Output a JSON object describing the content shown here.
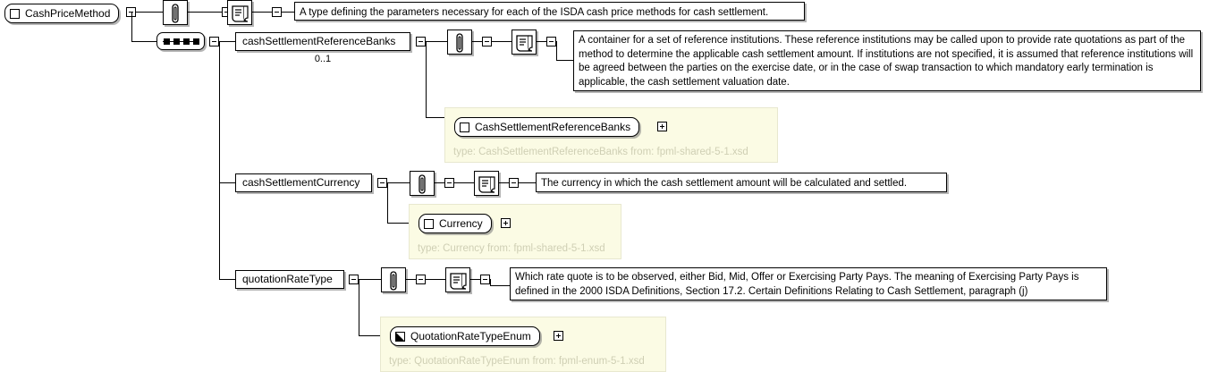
{
  "diagram": {
    "kind": "xsd-schema-diagram",
    "root": {
      "name": "CashPriceMethod",
      "node_type": "complexType",
      "icon": "element-square-icon",
      "toggle": "collapse-toggle",
      "annotation_icon": "annotation-paperclip-icon",
      "documentation_icon": "documentation-scroll-icon",
      "documentation": "A type defining the parameters necessary for each of the ISDA cash price methods for cash settlement."
    },
    "compositor": {
      "type": "sequence",
      "icon": "sequence-compositor-icon",
      "toggle": "collapse-toggle"
    },
    "children": [
      {
        "name": "cashSettlementReferenceBanks",
        "occurs": "0..1",
        "toggle": "collapse-toggle",
        "annotation_icon": "annotation-paperclip-icon",
        "documentation_icon": "documentation-scroll-icon",
        "documentation": "A container for a set of reference institutions. These reference institutions may be called upon to provide rate quotations as part of the method to determine the applicable cash settlement amount. If institutions are not specified, it is assumed that reference institutions will be agreed between the parties on the exercise date, or in the case of swap transaction to which mandatory early termination is applicable, the cash settlement valuation date.",
        "type_ref": {
          "name": "CashSettlementReferenceBanks",
          "glyph": "element-square-icon",
          "expand": "expand-toggle",
          "caption": "type: CashSettlementReferenceBanks from: fpml-shared-5-1.xsd"
        }
      },
      {
        "name": "cashSettlementCurrency",
        "occurs": "",
        "toggle": "collapse-toggle",
        "annotation_icon": "annotation-paperclip-icon",
        "documentation_icon": "documentation-scroll-icon",
        "documentation": "The currency in which the cash settlement amount will be calculated and settled.",
        "type_ref": {
          "name": "Currency",
          "glyph": "element-square-icon",
          "expand": "expand-toggle",
          "caption": "type: Currency from: fpml-shared-5-1.xsd"
        }
      },
      {
        "name": "quotationRateType",
        "occurs": "",
        "toggle": "collapse-toggle",
        "annotation_icon": "annotation-paperclip-icon",
        "documentation_icon": "documentation-scroll-icon",
        "documentation": "Which rate quote is to be observed, either Bid, Mid, Offer or Exercising Party Pays. The meaning of Exercising Party Pays is defined in the 2000 ISDA Definitions, Section 17.2. Certain Definitions Relating to Cash Settlement, paragraph (j)",
        "type_ref": {
          "name": "QuotationRateTypeEnum",
          "glyph": "enum-icon",
          "expand": "expand-toggle",
          "caption": "type: QuotationRateTypeEnum from: fpml-enum-5-1.xsd"
        }
      }
    ],
    "colors": {
      "background": "#ffffff",
      "line": "#000000",
      "type_panel_fill": "#fbfbe4",
      "type_panel_border": "#e8e8cf",
      "caption_text": "#cfcfb4",
      "shadow": "#787878"
    }
  }
}
